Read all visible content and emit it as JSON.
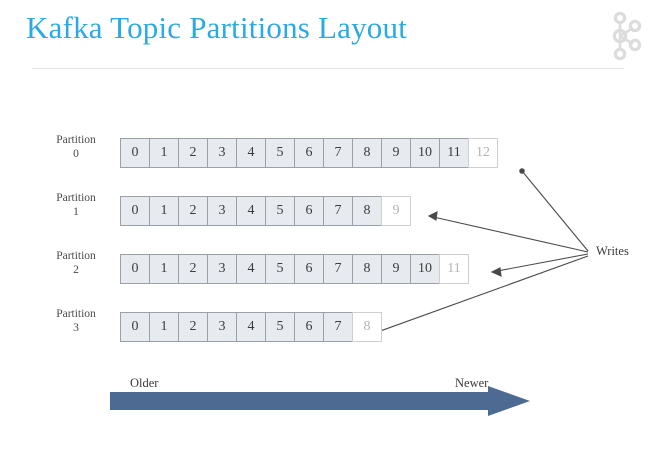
{
  "header": {
    "title": "Kafka Topic Partitions Layout",
    "title_color": "#29abe2",
    "logo_name": "kafka-logo",
    "logo_color": "#dcdcdc",
    "rule_color": "#e2e2e2"
  },
  "diagram": {
    "cell_fill": "#e7ebf0",
    "cell_border": "#9aa0a6",
    "empty_cell_fill": "#ffffff",
    "empty_cell_text_color": "#b3b3b3",
    "line_color": "#4a4a4a",
    "writes_label": "Writes",
    "older_label": "Older",
    "newer_label": "Newer",
    "time_arrow_color": "#4d6a93",
    "partitions": [
      {
        "label": "Partition",
        "index": "0",
        "filled": [
          "0",
          "1",
          "2",
          "3",
          "4",
          "5",
          "6",
          "7",
          "8",
          "9",
          "10",
          "11"
        ],
        "next_offset": "12"
      },
      {
        "label": "Partition",
        "index": "1",
        "filled": [
          "0",
          "1",
          "2",
          "3",
          "4",
          "5",
          "6",
          "7",
          "8"
        ],
        "next_offset": "9"
      },
      {
        "label": "Partition",
        "index": "2",
        "filled": [
          "0",
          "1",
          "2",
          "3",
          "4",
          "5",
          "6",
          "7",
          "8",
          "9",
          "10"
        ],
        "next_offset": "11"
      },
      {
        "label": "Partition",
        "index": "3",
        "filled": [
          "0",
          "1",
          "2",
          "3",
          "4",
          "5",
          "6",
          "7"
        ],
        "next_offset": "8"
      }
    ]
  }
}
